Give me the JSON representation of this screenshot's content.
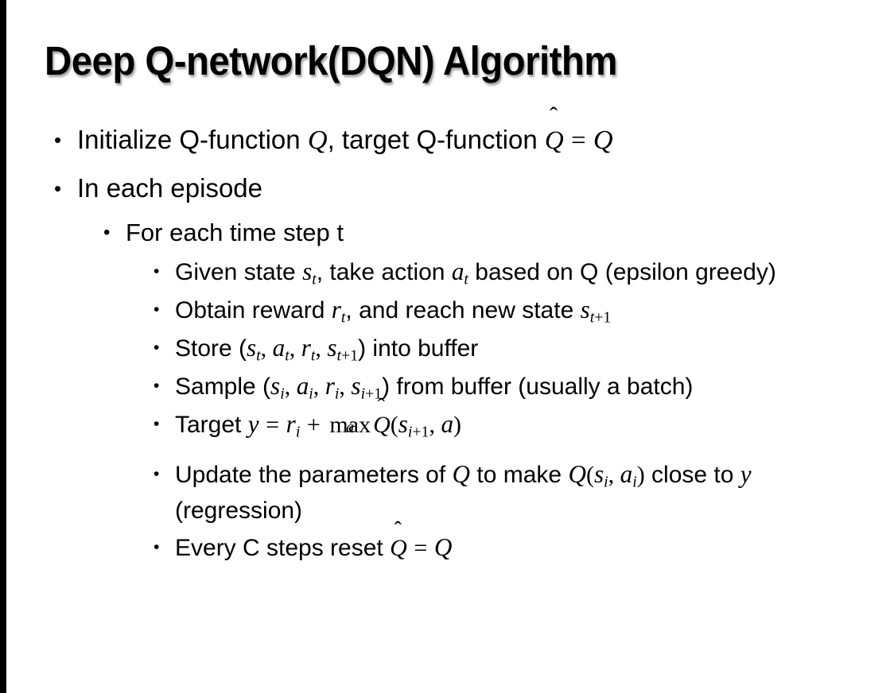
{
  "slide": {
    "title": "Deep Q-network(DQN) Algorithm",
    "background_color": "#ffffff",
    "text_color": "#000000",
    "left_bar_color": "#000000",
    "bullet_marker": "•"
  },
  "bullets": {
    "b1": {
      "level": 1,
      "pre": "Initialize Q-function ",
      "q1": "Q",
      "mid": ", target Q-function ",
      "qhat": "Q",
      "hat_accent": "̂",
      "eq": "=",
      "q2": "Q"
    },
    "b2": {
      "level": 1,
      "text": "In each episode"
    },
    "b3": {
      "level": 2,
      "text": "For each time step t"
    },
    "b4": {
      "level": 3,
      "pre": "Given state ",
      "s": "s",
      "s_sub": "t",
      "mid": ", take action ",
      "a": "a",
      "a_sub": "t",
      "post": " based on Q (epsilon greedy)"
    },
    "b5": {
      "level": 3,
      "pre": "Obtain reward ",
      "r": "r",
      "r_sub": "t",
      "mid": ", and reach new state ",
      "s": "s",
      "s_sub_italic": "t",
      "s_sub_upright": "+1"
    },
    "b6": {
      "level": 3,
      "pre": "Store (",
      "s1": "s",
      "s1_sub": "t",
      "c1": ", ",
      "a1": "a",
      "a1_sub": "t",
      "c2": ", ",
      "r1": "r",
      "r1_sub": "t",
      "c3": ", ",
      "s2": "s",
      "s2_sub_italic": "t",
      "s2_sub_upright": "+1",
      "post": ") into buffer"
    },
    "b7": {
      "level": 3,
      "pre": "Sample (",
      "s1": "s",
      "s1_sub": "i",
      "c1": ", ",
      "a1": "a",
      "a1_sub": "i",
      "c2": ", ",
      "r1": "r",
      "r1_sub": "i",
      "c3": ", ",
      "s2": "s",
      "s2_sub_italic": "i",
      "s2_sub_upright": "+1",
      "post": ") from buffer (usually a batch)"
    },
    "b8": {
      "level": 3,
      "pre": "Target ",
      "y": "y",
      "eq": "=",
      "r": "r",
      "r_sub": "i",
      "plus": "+",
      "op": "max",
      "op_limit": "a",
      "qhat": "Q",
      "hat_accent": "̂",
      "paren_open": "(",
      "s": "s",
      "s_sub_italic": "i",
      "s_sub_upright": "+1",
      "comma": ", ",
      "a": "a",
      "paren_close": ")"
    },
    "b9": {
      "level": 3,
      "pre": "Update the parameters of ",
      "q1": "Q",
      "mid": " to make ",
      "q2": "Q",
      "paren_open": "(",
      "s": "s",
      "s_sub": "i",
      "comma": ", ",
      "a": "a",
      "a_sub": "i",
      "paren_close": ")",
      "post": " close to ",
      "y": "y",
      "tail": " (regression)"
    },
    "b10": {
      "level": 3,
      "pre": "Every C steps reset ",
      "qhat": "Q",
      "hat_accent": "̂",
      "eq": "=",
      "q": "Q"
    }
  }
}
